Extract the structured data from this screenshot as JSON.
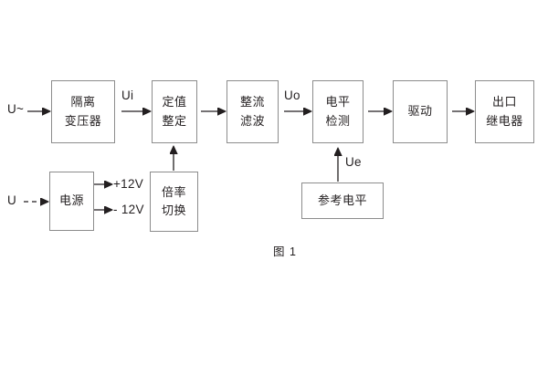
{
  "figure": {
    "caption": "图 1",
    "line_color": "#231f20",
    "box_border_color": "#8c8c8c",
    "background": "#ffffff"
  },
  "signals": {
    "input_ac": "U~",
    "input_dc": "U",
    "ui": "Ui",
    "uo": "Uo",
    "ue": "Ue",
    "rail_pos": "+12V",
    "rail_neg": "- 12V"
  },
  "blocks": {
    "isolation_transformer": {
      "line1": "隔离",
      "line2": "变压器"
    },
    "setting_value": {
      "line1": "定值",
      "line2": "整定"
    },
    "rectify_filter": {
      "line1": "整流",
      "line2": "滤波"
    },
    "level_detect": {
      "line1": "电平",
      "line2": "检测"
    },
    "drive": {
      "line1": "驱动"
    },
    "output_relay": {
      "line1": "出口",
      "line2": "继电器"
    },
    "power_supply": {
      "line1": "电源"
    },
    "ratio_switch": {
      "line1": "倍率",
      "line2": "切换"
    },
    "reference_level": {
      "line1": "参考电平"
    }
  }
}
